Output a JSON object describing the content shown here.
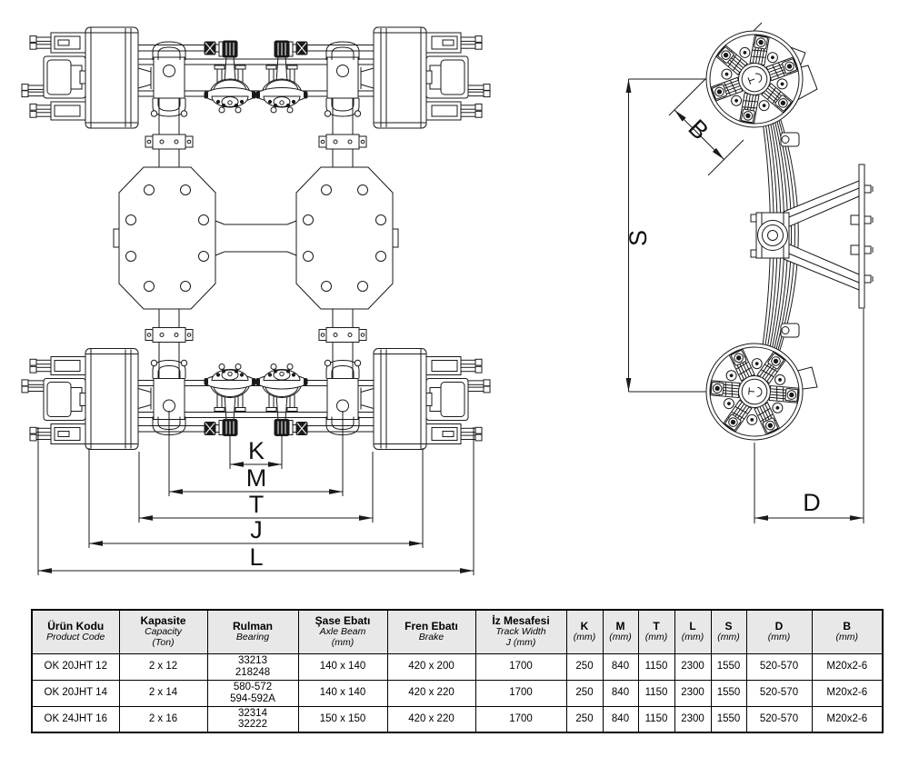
{
  "drawing": {
    "dims": {
      "k": "K",
      "m": "M",
      "t": "T",
      "j": "J",
      "l": "L",
      "s": "S",
      "b": "B",
      "d": "D"
    }
  },
  "table": {
    "columns": [
      {
        "title": "Ürün Kodu",
        "subtitle": "Product Code",
        "unit": ""
      },
      {
        "title": "Kapasite",
        "subtitle": "Capacity",
        "unit": "(Ton)"
      },
      {
        "title": "Rulman",
        "subtitle": "Bearing",
        "unit": ""
      },
      {
        "title": "Şase Ebatı",
        "subtitle": "Axle Beam",
        "unit": "(mm)"
      },
      {
        "title": "Fren Ebatı",
        "subtitle": "Brake",
        "unit": ""
      },
      {
        "title": "İz Mesafesi",
        "subtitle": "Track Width",
        "unit": "J (mm)"
      },
      {
        "title": "K",
        "subtitle": "",
        "unit": "(mm)"
      },
      {
        "title": "M",
        "subtitle": "",
        "unit": "(mm)"
      },
      {
        "title": "T",
        "subtitle": "",
        "unit": "(mm)"
      },
      {
        "title": "L",
        "subtitle": "",
        "unit": "(mm)"
      },
      {
        "title": "S",
        "subtitle": "",
        "unit": "(mm)"
      },
      {
        "title": "D",
        "subtitle": "",
        "unit": "(mm)"
      },
      {
        "title": "B",
        "subtitle": "",
        "unit": "(mm)"
      }
    ],
    "rows": [
      [
        "OK 20JHT 12",
        "2 x 12",
        "33213\n218248",
        "140 x 140",
        "420 x 200",
        "1700",
        "250",
        "840",
        "1150",
        "2300",
        "1550",
        "520-570",
        "M20x2-6"
      ],
      [
        "OK 20JHT 14",
        "2 x 14",
        "580-572\n594-592A",
        "140 x 140",
        "420 x 220",
        "1700",
        "250",
        "840",
        "1150",
        "2300",
        "1550",
        "520-570",
        "M20x2-6"
      ],
      [
        "OK 24JHT 16",
        "2 x 16",
        "32314\n32222",
        "150 x 150",
        "420 x 220",
        "1700",
        "250",
        "840",
        "1150",
        "2300",
        "1550",
        "520-570",
        "M20x2-6"
      ]
    ]
  }
}
